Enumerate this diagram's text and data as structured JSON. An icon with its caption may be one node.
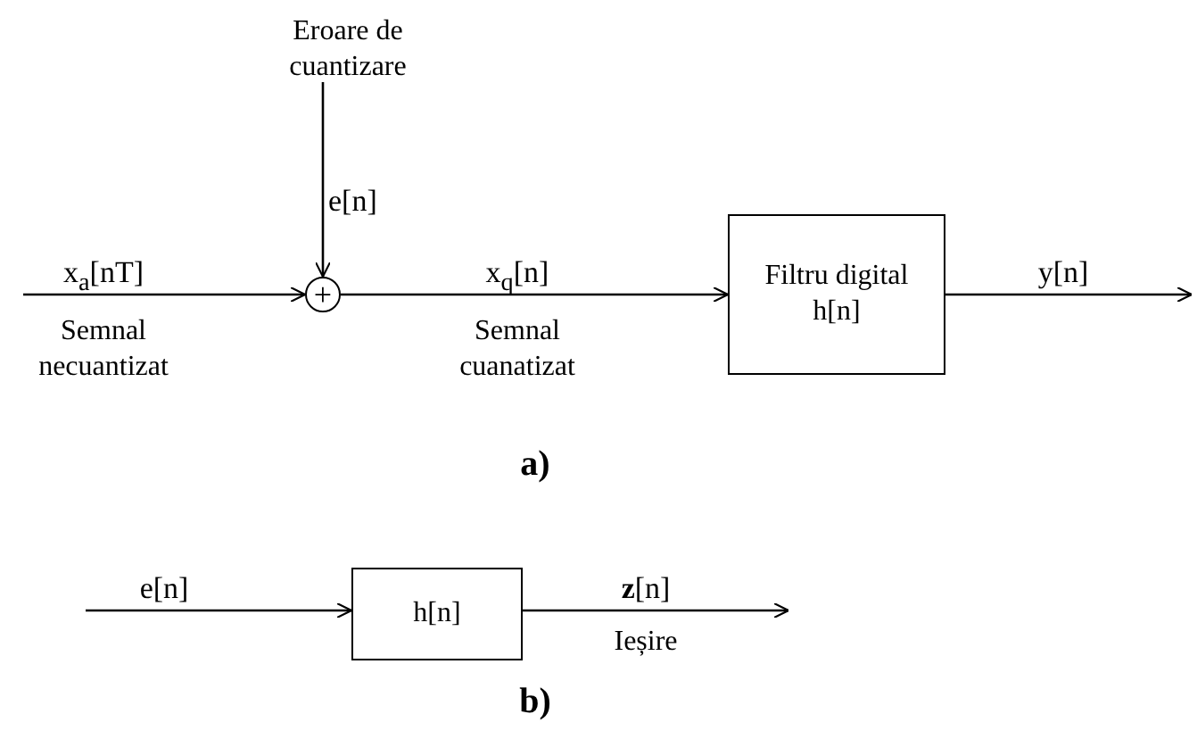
{
  "diagram": {
    "nodes": [
      {
        "text": [
          "Eroare de cuantizare"
        ]
      },
      {
        "text": [
          "+"
        ]
      },
      {
        "text": [
          "Filtru digital h[n]"
        ]
      },
      {
        "text": [
          "h[n]"
        ]
      }
    ],
    "edges": [
      {
        "from": 0,
        "to": 1,
        "arrow": "to",
        "label": "e[n]"
      },
      {
        "from": null,
        "to": 1,
        "arrow": "to",
        "label": "x$_{a}$[nT]"
      },
      {
        "from": 1,
        "to": 2,
        "arrow": "to",
        "label": "x$_{q}$[n]"
      },
      {
        "from": 2,
        "to": null,
        "arrow": "to",
        "label": "y[n]"
      },
      {
        "from": null,
        "to": 3,
        "arrow": "to",
        "label": "e[n]"
      },
      {
        "from": 3,
        "to": null,
        "arrow": "to",
        "label": "**z**[n]"
      }
    ],
    "labels": [
      "Semnal necuantizat",
      "Semnal cuanatizat",
      "a)",
      "Ieșire",
      "b)"
    ]
  }
}
